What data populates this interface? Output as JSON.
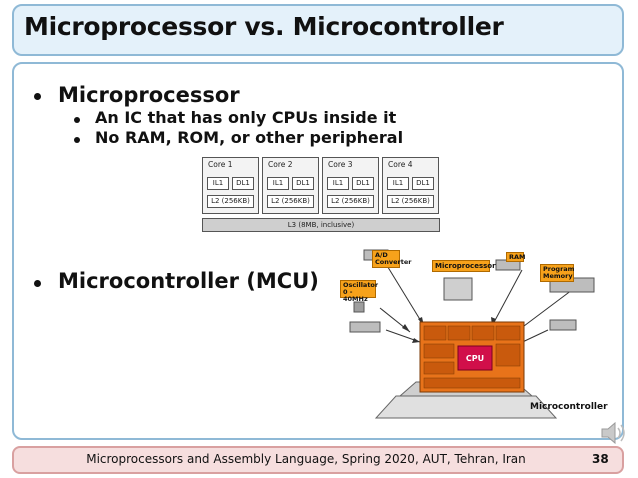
{
  "slide": {
    "title": "Microprocessor vs. Microcontroller",
    "bullets": [
      {
        "text": "Microprocessor",
        "sub": [
          "An IC that has only CPUs inside it",
          "No RAM, ROM, or other peripheral"
        ]
      },
      {
        "text": "Microcontroller (MCU)",
        "sub": []
      }
    ],
    "footer": "Microprocessors and Assembly Language, Spring 2020, AUT, Tehran, Iran",
    "page_number": "38"
  },
  "core_diagram": {
    "cores": [
      {
        "name": "Core 1",
        "il1": "IL1",
        "dl1": "DL1",
        "l2": "L2 (256KB)"
      },
      {
        "name": "Core 2",
        "il1": "IL1",
        "dl1": "DL1",
        "l2": "L2 (256KB)"
      },
      {
        "name": "Core 3",
        "il1": "IL1",
        "dl1": "DL1",
        "l2": "L2 (256KB)"
      },
      {
        "name": "Core 4",
        "il1": "IL1",
        "dl1": "DL1",
        "l2": "L2 (256KB)"
      }
    ],
    "l3": "L3 (8MB, inclusive)"
  },
  "mcu_diagram": {
    "labels": {
      "ad": "A/D Converter",
      "microprocessor": "Microprocessor",
      "ram": "RAM",
      "program_memory": "Program Memory",
      "oscillator": "Oscillator 0 - 40MHz",
      "cpu": "CPU",
      "microcontroller": "Microcontroller"
    },
    "colors": {
      "label_fill": "#f7a21b",
      "chip_fill": "#e8731a"
    }
  },
  "icons": {
    "speaker": "speaker-icon"
  }
}
